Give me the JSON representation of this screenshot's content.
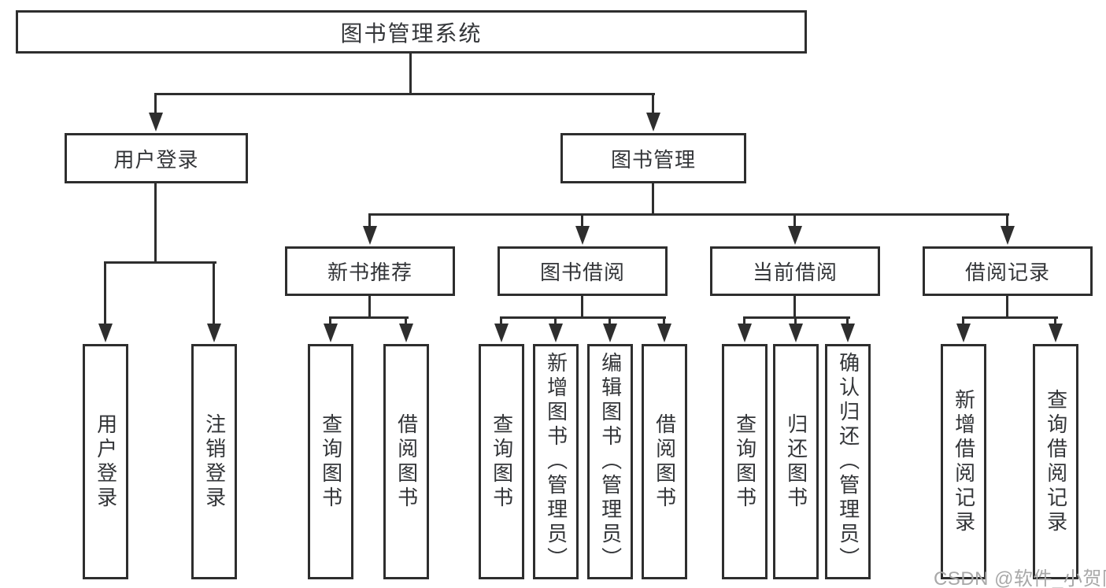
{
  "diagram": {
    "root": {
      "label": "图书管理系统"
    },
    "user_login": {
      "label": "用户登录",
      "children": [
        {
          "label": "用户登录"
        },
        {
          "label": "注销登录"
        }
      ]
    },
    "book_management": {
      "label": "图书管理",
      "sections": [
        {
          "label": "新书推荐",
          "children": [
            {
              "label": "查询图书"
            },
            {
              "label": "借阅图书"
            }
          ]
        },
        {
          "label": "图书借阅",
          "children": [
            {
              "label": "查询图书"
            },
            {
              "label": "新增图书（管理员）"
            },
            {
              "label": "编辑图书（管理员）"
            },
            {
              "label": "借阅图书"
            }
          ]
        },
        {
          "label": "当前借阅",
          "children": [
            {
              "label": "查询图书"
            },
            {
              "label": "归还图书"
            },
            {
              "label": "确认归还（管理员）"
            }
          ]
        },
        {
          "label": "借阅记录",
          "children": [
            {
              "label": "新增借阅记录"
            },
            {
              "label": "查询借阅记录"
            }
          ]
        }
      ]
    },
    "watermark": "CSDN @软件_小贺同学",
    "colors": {
      "line": "#2e2e2e",
      "text": "#333538",
      "watermark": "#a8a8a8",
      "background": "#ffffff"
    }
  }
}
